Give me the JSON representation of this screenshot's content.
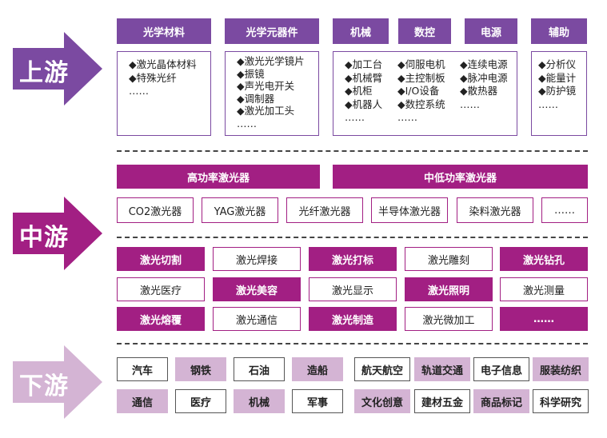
{
  "upstream": {
    "label": "上游",
    "categories": [
      "光学材料",
      "光学元器件",
      "机械",
      "数控",
      "电源",
      "辅助"
    ],
    "boxes": [
      [
        "◆激光晶体材料",
        "◆特殊光纤",
        "……"
      ],
      [
        "◆激光光学镜片",
        "◆振镜",
        "◆声光电开关",
        "◆调制器",
        "◆激光加工头",
        "……"
      ],
      [
        "◆加工台",
        "◆机械臂",
        "◆机柜",
        "◆机器人",
        "……"
      ],
      [
        "◆伺服电机",
        "◆主控制板",
        "◆I/O设备",
        "◆数控系统",
        "……"
      ],
      [
        "◆连续电源",
        "◆脉冲电源",
        "◆散热器",
        "……"
      ],
      [
        "◆分析仪",
        "◆能量计",
        "◆防护镜",
        "……"
      ]
    ]
  },
  "midstream": {
    "label": "中游",
    "headers": [
      "高功率激光器",
      "中低功率激光器"
    ],
    "types": [
      "CO2激光器",
      "YAG激光器",
      "光纤激光器",
      "半导体激光器",
      "染料激光器",
      "……"
    ],
    "applications": [
      [
        "激光切割",
        "激光焊接",
        "激光打标",
        "激光雕刻",
        "激光钻孔"
      ],
      [
        "激光医疗",
        "激光美容",
        "激光显示",
        "激光照明",
        "激光测量"
      ],
      [
        "激光熔覆",
        "激光通信",
        "激光制造",
        "激光微加工",
        "……"
      ]
    ]
  },
  "downstream": {
    "label": "下游",
    "rows": [
      [
        "汽车",
        "钢铁",
        "石油",
        "造船",
        "航天航空",
        "轨道交通",
        "电子信息",
        "服装纺织"
      ],
      [
        "通信",
        "医疗",
        "机械",
        "军事",
        "文化创意",
        "建材五金",
        "商品标记",
        "科学研究"
      ]
    ]
  },
  "colors": {
    "upstream": "#7b4aa1",
    "midstream": "#a21f83",
    "downstream": "#d4b4d4"
  }
}
